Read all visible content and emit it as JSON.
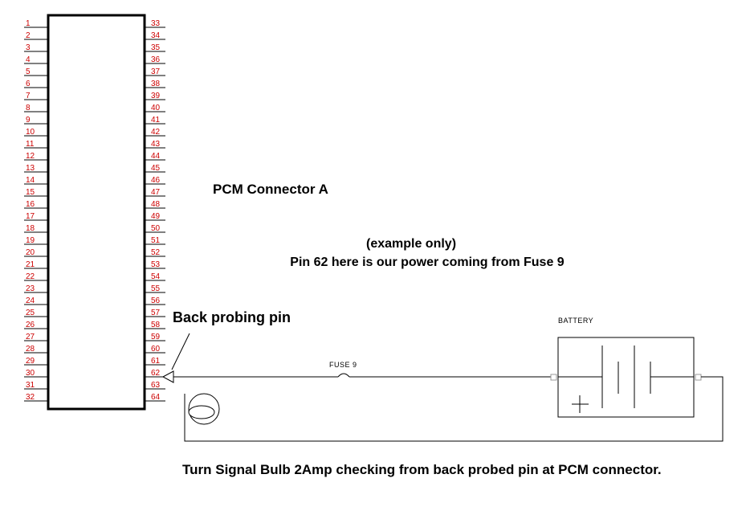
{
  "colors": {
    "pin_number": "#cc0000",
    "wire": "#000000",
    "background": "#ffffff"
  },
  "connector": {
    "left_pins": [
      "1",
      "2",
      "3",
      "4",
      "5",
      "6",
      "7",
      "8",
      "9",
      "10",
      "11",
      "12",
      "13",
      "14",
      "15",
      "16",
      "17",
      "18",
      "19",
      "20",
      "21",
      "22",
      "23",
      "24",
      "25",
      "26",
      "27",
      "28",
      "29",
      "30",
      "31",
      "32"
    ],
    "right_pins": [
      "33",
      "34",
      "35",
      "36",
      "37",
      "38",
      "39",
      "40",
      "41",
      "42",
      "43",
      "44",
      "45",
      "46",
      "47",
      "48",
      "49",
      "50",
      "51",
      "52",
      "53",
      "54",
      "55",
      "56",
      "57",
      "58",
      "59",
      "60",
      "61",
      "62",
      "63",
      "64"
    ]
  },
  "labels": {
    "connector_title": "PCM Connector A",
    "example_note": "(example only)",
    "power_note": "Pin 62 here is our power coming from Fuse 9",
    "probe_label": "Back probing pin",
    "battery_label": "BATTERY",
    "fuse_label": "FUSE 9",
    "caption": "Turn Signal Bulb 2Amp checking from back probed pin at PCM connector."
  },
  "icons": {
    "battery": "battery-icon",
    "fuse": "fuse-icon",
    "bulb": "bulb-icon",
    "probe": "probe-arrow-icon"
  }
}
